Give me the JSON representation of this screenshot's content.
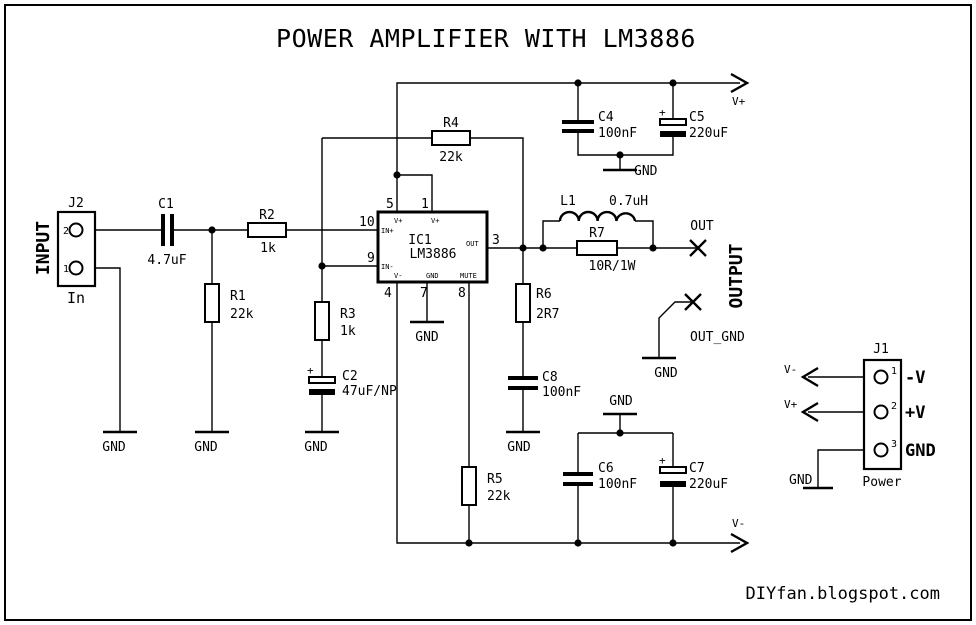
{
  "title": "POWER AMPLIFIER WITH LM3886",
  "watermark": "DIYfan.blogspot.com",
  "input_connector": {
    "ref": "J2",
    "label": "INPUT",
    "name": "In",
    "pin_top": "2",
    "pin_bottom": "1"
  },
  "output_connector": {
    "label": "OUTPUT",
    "out": "OUT",
    "out_gnd": "OUT_GND"
  },
  "power_connector": {
    "ref": "J1",
    "name": "Power",
    "pins": [
      {
        "num": "1",
        "label": "-V",
        "net": "V-"
      },
      {
        "num": "2",
        "label": "+V",
        "net": "V+"
      },
      {
        "num": "3",
        "label": "GND",
        "net": "GND"
      }
    ]
  },
  "ic": {
    "ref": "IC1",
    "part": "LM3886",
    "pin_labels": {
      "vplus_a": "V+",
      "vplus_b": "V+",
      "in_plus": "IN+",
      "in_minus": "IN-",
      "out": "OUT",
      "vminus": "V-",
      "gnd": "GND",
      "mute": "MUTE"
    },
    "pin_numbers": {
      "p5": "5",
      "p1": "1",
      "p10": "10",
      "p9": "9",
      "p3": "3",
      "p4": "4",
      "p7": "7",
      "p8": "8"
    }
  },
  "components": {
    "C1": {
      "ref": "C1",
      "value": "4.7uF"
    },
    "R2": {
      "ref": "R2",
      "value": "1k"
    },
    "R1": {
      "ref": "R1",
      "value": "22k"
    },
    "R4": {
      "ref": "R4",
      "value": "22k"
    },
    "R3": {
      "ref": "R3",
      "value": "1k"
    },
    "C2": {
      "ref": "C2",
      "value": "47uF/NP"
    },
    "C4": {
      "ref": "C4",
      "value": "100nF"
    },
    "C5": {
      "ref": "C5",
      "value": "220uF"
    },
    "L1": {
      "ref": "L1",
      "value": "0.7uH"
    },
    "R7": {
      "ref": "R7",
      "value": "10R/1W"
    },
    "R6": {
      "ref": "R6",
      "value": "2R7"
    },
    "C8": {
      "ref": "C8",
      "value": "100nF"
    },
    "R5": {
      "ref": "R5",
      "value": "22k"
    },
    "C6": {
      "ref": "C6",
      "value": "100nF"
    },
    "C7": {
      "ref": "C7",
      "value": "220uF"
    }
  },
  "nets": {
    "gnd": "GND",
    "vplus": "V+",
    "vminus": "V-",
    "plus_sign": "+"
  }
}
